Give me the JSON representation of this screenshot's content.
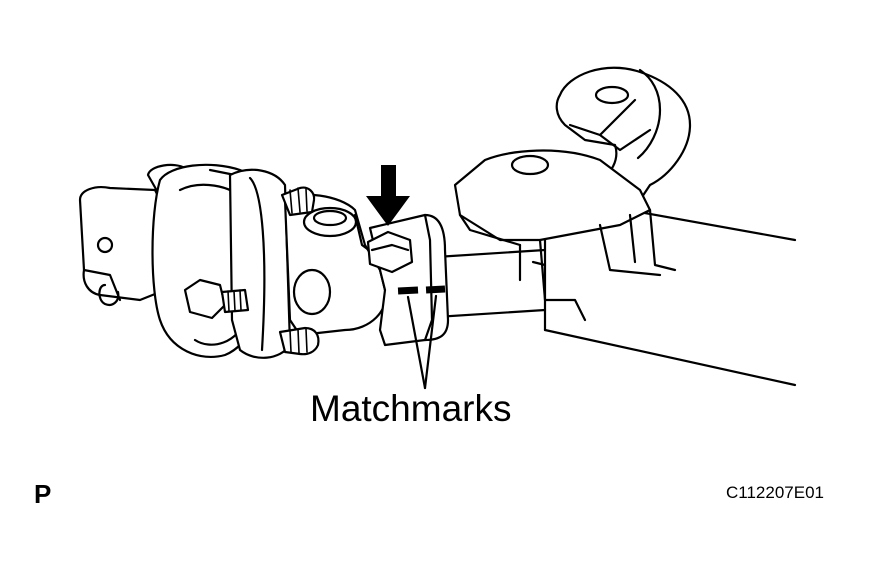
{
  "labels": {
    "matchmarks": "Matchmarks",
    "view_letter": "P",
    "figure_code": "C112207E01"
  },
  "icons": {
    "indicator": "down-arrow-icon"
  }
}
